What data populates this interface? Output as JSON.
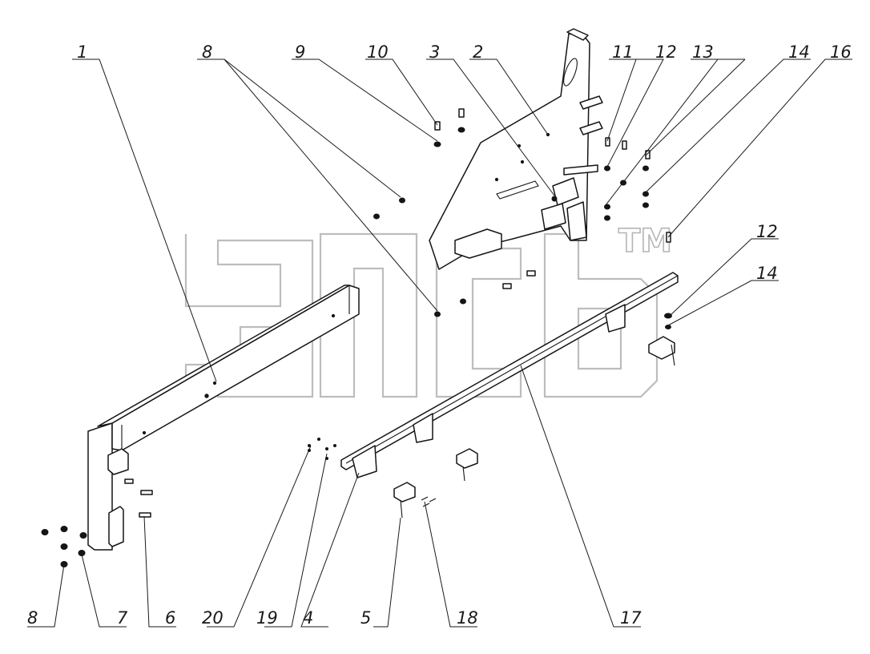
{
  "diagram": {
    "watermark": "ТМ",
    "callouts": [
      {
        "id": "c1",
        "label": "1"
      },
      {
        "id": "c8a",
        "label": "8"
      },
      {
        "id": "c9",
        "label": "9"
      },
      {
        "id": "c10",
        "label": "10"
      },
      {
        "id": "c3",
        "label": "3"
      },
      {
        "id": "c2",
        "label": "2"
      },
      {
        "id": "c11",
        "label": "11"
      },
      {
        "id": "c12a",
        "label": "12"
      },
      {
        "id": "c13",
        "label": "13"
      },
      {
        "id": "c14a",
        "label": "14"
      },
      {
        "id": "c16",
        "label": "16"
      },
      {
        "id": "c12b",
        "label": "12"
      },
      {
        "id": "c14b",
        "label": "14"
      },
      {
        "id": "c8b",
        "label": "8"
      },
      {
        "id": "c7",
        "label": "7"
      },
      {
        "id": "c6",
        "label": "6"
      },
      {
        "id": "c20",
        "label": "20"
      },
      {
        "id": "c19",
        "label": "19"
      },
      {
        "id": "c4",
        "label": "4"
      },
      {
        "id": "c5",
        "label": "5"
      },
      {
        "id": "c18",
        "label": "18"
      },
      {
        "id": "c17",
        "label": "17"
      }
    ]
  }
}
